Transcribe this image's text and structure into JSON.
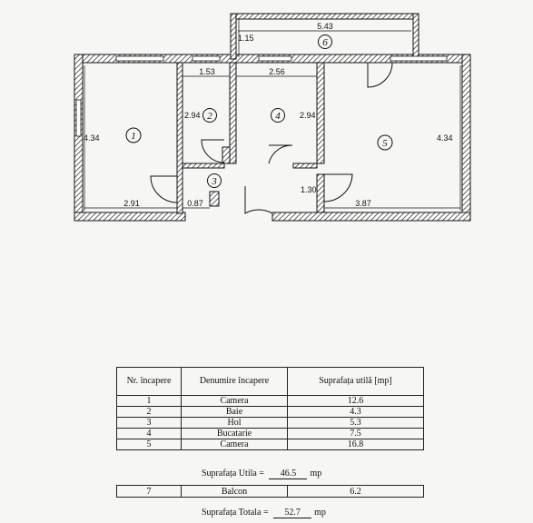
{
  "plan": {
    "rooms": [
      {
        "num": "1"
      },
      {
        "num": "2"
      },
      {
        "num": "3"
      },
      {
        "num": "4"
      },
      {
        "num": "5"
      },
      {
        "num": "6"
      }
    ],
    "dims": {
      "balcony_width": "5.43",
      "balcony_depth": "1.15",
      "bath_width": "1.53",
      "kitchen_width": "2.56",
      "room1_height": "4.34",
      "room5_height": "4.34",
      "bath_height": "2.94",
      "kitchen_height": "2.94",
      "hall_height": "1.30",
      "room1_width": "2.91",
      "hall_width": "0.87",
      "room5_width": "3.87"
    }
  },
  "table": {
    "headers": {
      "nr": "Nr. încapere",
      "name": "Denumire încapere",
      "area": "Suprafața utilă [mp]"
    },
    "rows": [
      {
        "nr": "1",
        "name": "Camera",
        "area": "12.6"
      },
      {
        "nr": "2",
        "name": "Baie",
        "area": "4.3"
      },
      {
        "nr": "3",
        "name": "Hol",
        "area": "5.3"
      },
      {
        "nr": "4",
        "name": "Bucatarie",
        "area": "7.5"
      },
      {
        "nr": "5",
        "name": "Camera",
        "area": "16.8"
      }
    ]
  },
  "useful_total": {
    "label": "Suprafața Utila =",
    "value": "46.5",
    "unit": "mp"
  },
  "balcony": {
    "nr": "7",
    "name": "Balcon",
    "area": "6.2"
  },
  "grand_total": {
    "label": "Suprafața Totala =",
    "value": "52.7",
    "unit": "mp"
  }
}
